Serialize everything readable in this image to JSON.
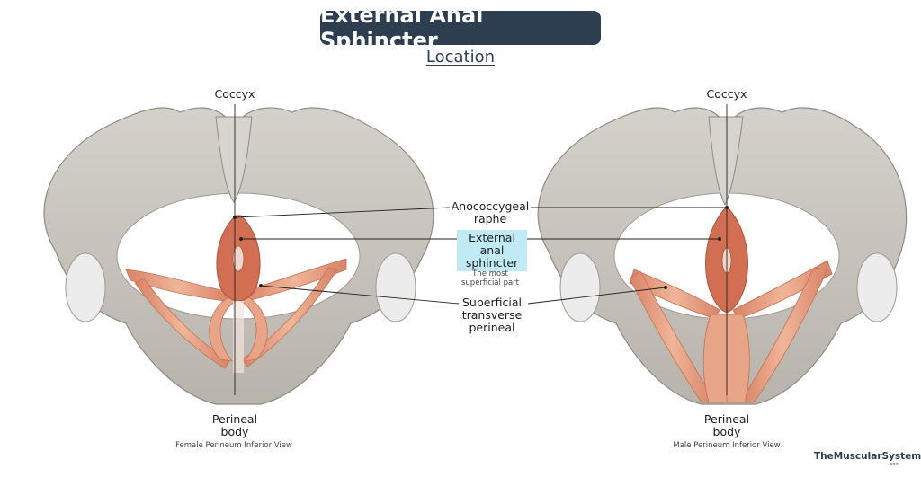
{
  "title": "External Anal Sphincter",
  "subtitle": "Location",
  "labels": {
    "coccyx": "Coccyx",
    "anococcygeal": "Anococcygeal",
    "raphe": "raphe",
    "eas_line1": "External",
    "eas_line2": "anal",
    "eas_line3": "sphincter",
    "eas_note1": "The most",
    "eas_note2": "superficial part",
    "stp_line1": "Superficial",
    "stp_line2": "transverse",
    "stp_line3": "perineal",
    "perineal": "Perineal",
    "body": "body"
  },
  "captions": {
    "female": "Female Perineum Inferior View",
    "male": "Male Perineum Inferior View"
  },
  "brand": "TheMuscularSystem",
  "brand_sub": ".com",
  "colors": {
    "title_bg": "#2d3e50",
    "highlight": "#bfeaf6",
    "bone": "#c9c6bf",
    "muscle": "#e29a7c"
  }
}
